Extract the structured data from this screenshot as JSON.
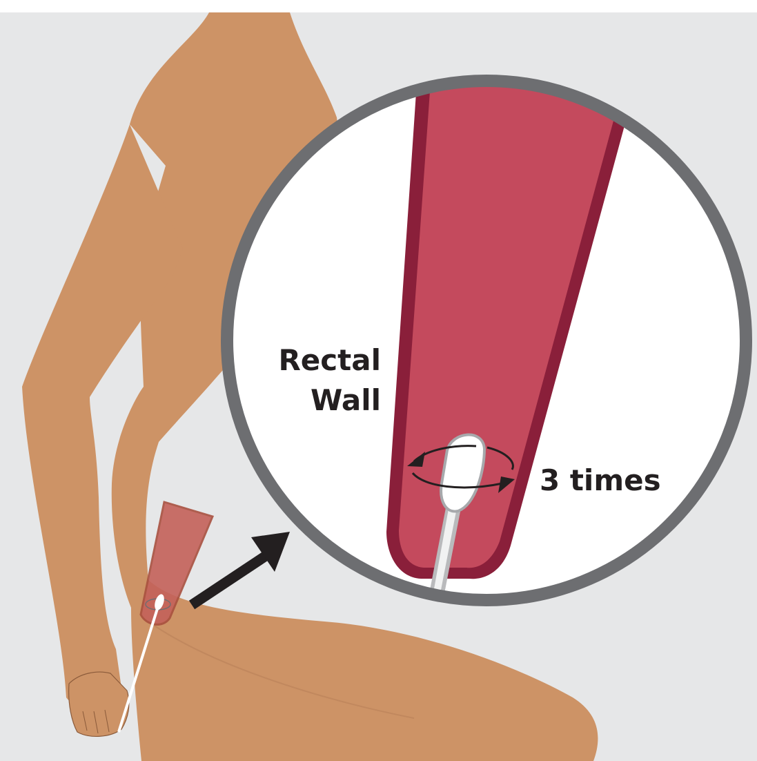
{
  "labels": {
    "region_line1": "Rectal",
    "region_line2": "Wall",
    "rotation_count": "3 times"
  },
  "colors": {
    "background": "#e6e7e8",
    "skin": "#cd9366",
    "skin_shadow": "#b98058",
    "outline": "#8a5a3a",
    "rectum_fill": "#c44a5d",
    "rectum_wall": "#8a1f3a",
    "lens_ring": "#6d6e71",
    "lens_fill": "#ffffff",
    "swab_stick": "#e9e9ea",
    "arrow": "#231f20"
  },
  "icons": [
    "magnify-lens",
    "pointer-arrow",
    "rotation-arrows",
    "swab"
  ]
}
